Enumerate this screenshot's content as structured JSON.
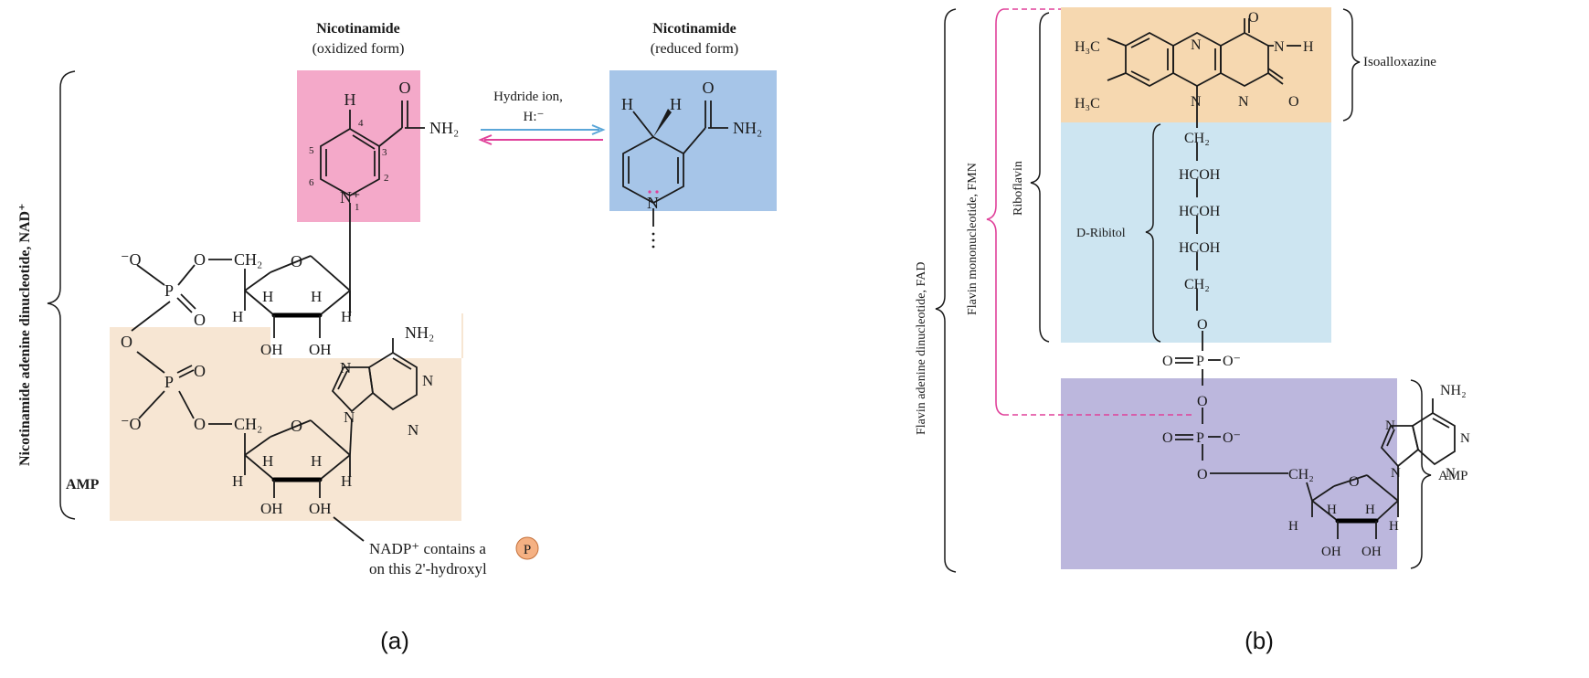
{
  "panel_a": {
    "caption": "(a)",
    "ox_title": "Nicotinamide",
    "ox_sub": "(oxidized form)",
    "red_title": "Nicotinamide",
    "red_sub": "(reduced form)",
    "hydride_1": "Hydride ion,",
    "hydride_2": "H:⁻",
    "nad_label": "Nicotinamide adenine dinucleotide, NAD⁺",
    "amp_label": "AMP",
    "nadp_1": "NADP⁺ contains a",
    "nadp_p": "P",
    "nadp_2": "on this 2'-hydroxyl",
    "atoms": {
      "h": "H",
      "o": "O",
      "n": "N",
      "nplus": "N⁺",
      "nh2": "NH₂",
      "ch2": "CH₂",
      "oh": "OH",
      "ominus": "⁻O",
      "p": "P",
      "ring_nums": [
        "4",
        "3",
        "2",
        "1",
        "6",
        "5"
      ]
    },
    "colors": {
      "ox_box": "#f4a9c9",
      "red_box": "#a6c5e8",
      "amp_box": "#f7e6d3",
      "arrow_blue": "#5aa6d8",
      "arrow_pink": "#e0419a",
      "p_circle": "#f5b183"
    }
  },
  "panel_b": {
    "caption": "(b)",
    "isoalloxazine": "Isoalloxazine",
    "ribitol": "D-Ribitol",
    "riboflavin": "Riboflavin",
    "fmn": "Flavin mononucleotide, FMN",
    "fad": "Flavin adenine dinucleotide, FAD",
    "amp": "AMP",
    "atoms": {
      "h3c": "H₃C",
      "o": "O",
      "n": "N",
      "h": "H",
      "nh2": "NH₂",
      "ch2": "CH₂",
      "hcoh": "HCOH",
      "oh": "OH",
      "p": "P",
      "ominus": "O⁻"
    },
    "colors": {
      "iso_box": "#f6d8b0",
      "ribitol_box": "#cde5f1",
      "amp_box": "#bcb7dd",
      "dash": "#e0419a"
    }
  }
}
